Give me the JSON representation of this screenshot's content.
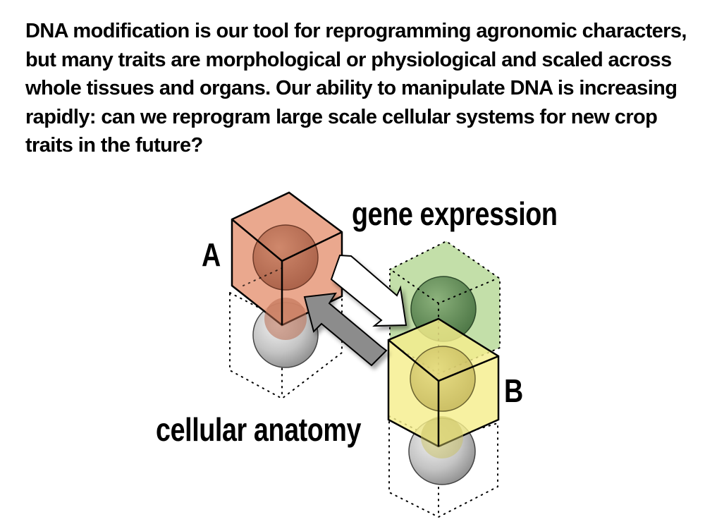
{
  "intro": {
    "text": "DNA modification is our tool for reprogramming agronomic characters, but many traits are morphological or physiological and scaled across whole tissues and organs. Our ability to manipulate DNA is increasing rapidly: can we reprogram large scale cellular systems for new crop traits in the future?"
  },
  "diagram": {
    "labels": {
      "gene_expression": "gene expression",
      "cellular_anatomy": "cellular anatomy",
      "cell_a": "A",
      "cell_b": "B"
    },
    "colors": {
      "cube_a": "#e8a184",
      "sphere_a": "#b86a4e",
      "cube_b": "#f5ee8c",
      "ghost_cube_b": "#b9d99a",
      "sphere_b_green": "#5f8f55",
      "sphere_grey": "#b5b5b5",
      "arrow_white": "#ffffff",
      "arrow_grey": "#8c8c8c"
    }
  }
}
